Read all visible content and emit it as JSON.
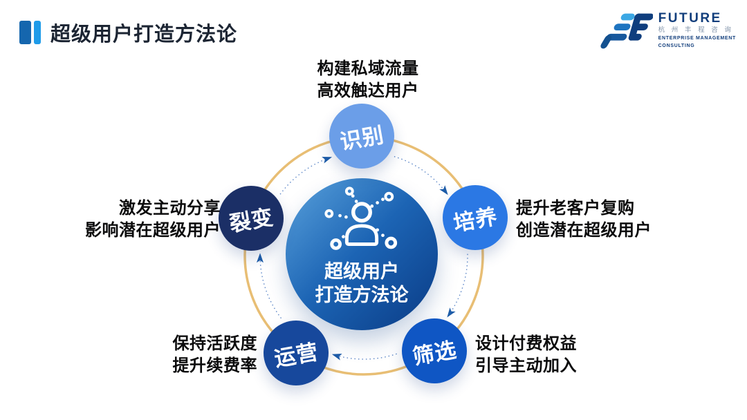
{
  "header": {
    "title": "超级用户打造方法论"
  },
  "logo": {
    "wordmark": "FUTURE",
    "chinese_name": "杭 州 丰 程 咨 询",
    "subtitle_line1": "ENTERPRISE MANAGEMENT",
    "subtitle_line2": "CONSULTING"
  },
  "center": {
    "line1": "超级用户",
    "line2": "打造方法论"
  },
  "nodes": [
    {
      "label": "识别",
      "color": "#6B9EE8",
      "desc": [
        "构建私域流量",
        "高效触达用户"
      ]
    },
    {
      "label": "培养",
      "color": "#2B78E4",
      "desc": [
        "提升老客户复购",
        "创造潜在超级用户"
      ]
    },
    {
      "label": "筛选",
      "color": "#0F56C4",
      "desc": [
        "设计付费权益",
        "引导主动加入"
      ]
    },
    {
      "label": "运营",
      "color": "#17489C",
      "desc": [
        "保持活跃度",
        "提升续费率"
      ]
    },
    {
      "label": "裂变",
      "color": "#1B2F66",
      "desc": [
        "激发主动分享",
        "影响潜在超级用户"
      ]
    }
  ],
  "colors": {
    "ring_gold": "#E8BE74",
    "arrow_head": "#1D5CA8",
    "arrow_dotted": "#5E88C8",
    "title_bar_dark": "#1566AE",
    "title_bar_light": "#1E9BE9",
    "logo_navy": "#0F3E7E",
    "logo_light_blue": "#3BA7E4",
    "logo_mid_blue": "#1E74C0",
    "logo_steel_blue": "#17589D",
    "center_gradient_start": "#5AA2DC",
    "center_gradient_end": "#0A3B85"
  }
}
